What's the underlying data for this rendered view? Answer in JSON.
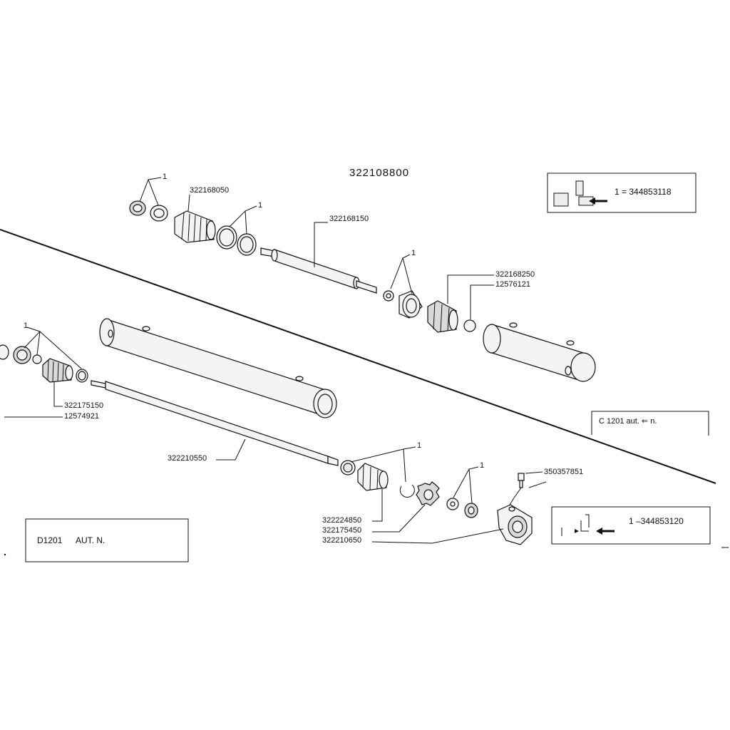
{
  "title": "322108800",
  "top_assembly": {
    "seal_kit_ref_1": "1",
    "seal_kit_ref_2": "1",
    "seal_kit_ref_3": "1",
    "gland": "322168050",
    "rod": "322168150",
    "piston": "322168250",
    "nut": "12576121"
  },
  "bottom_assembly": {
    "seal_kit_ref_left": "1",
    "seal_kit_ref_mid": "1",
    "seal_kit_ref_right": "1",
    "gland": "322175150",
    "nut": "12574921",
    "rod": "322210550",
    "piston": "322224850",
    "spacer": "322175450",
    "eye": "322210650",
    "grease_nipple": "350357851"
  },
  "box_top_right": {
    "text": "1 = 344853118"
  },
  "box_mid_right": {
    "text": "C 1201  aut. ⇐ n."
  },
  "box_bottom_right": {
    "text": "1 –344853120"
  },
  "box_bottom_left": {
    "code": "D1201",
    "text": "AUT. N."
  }
}
